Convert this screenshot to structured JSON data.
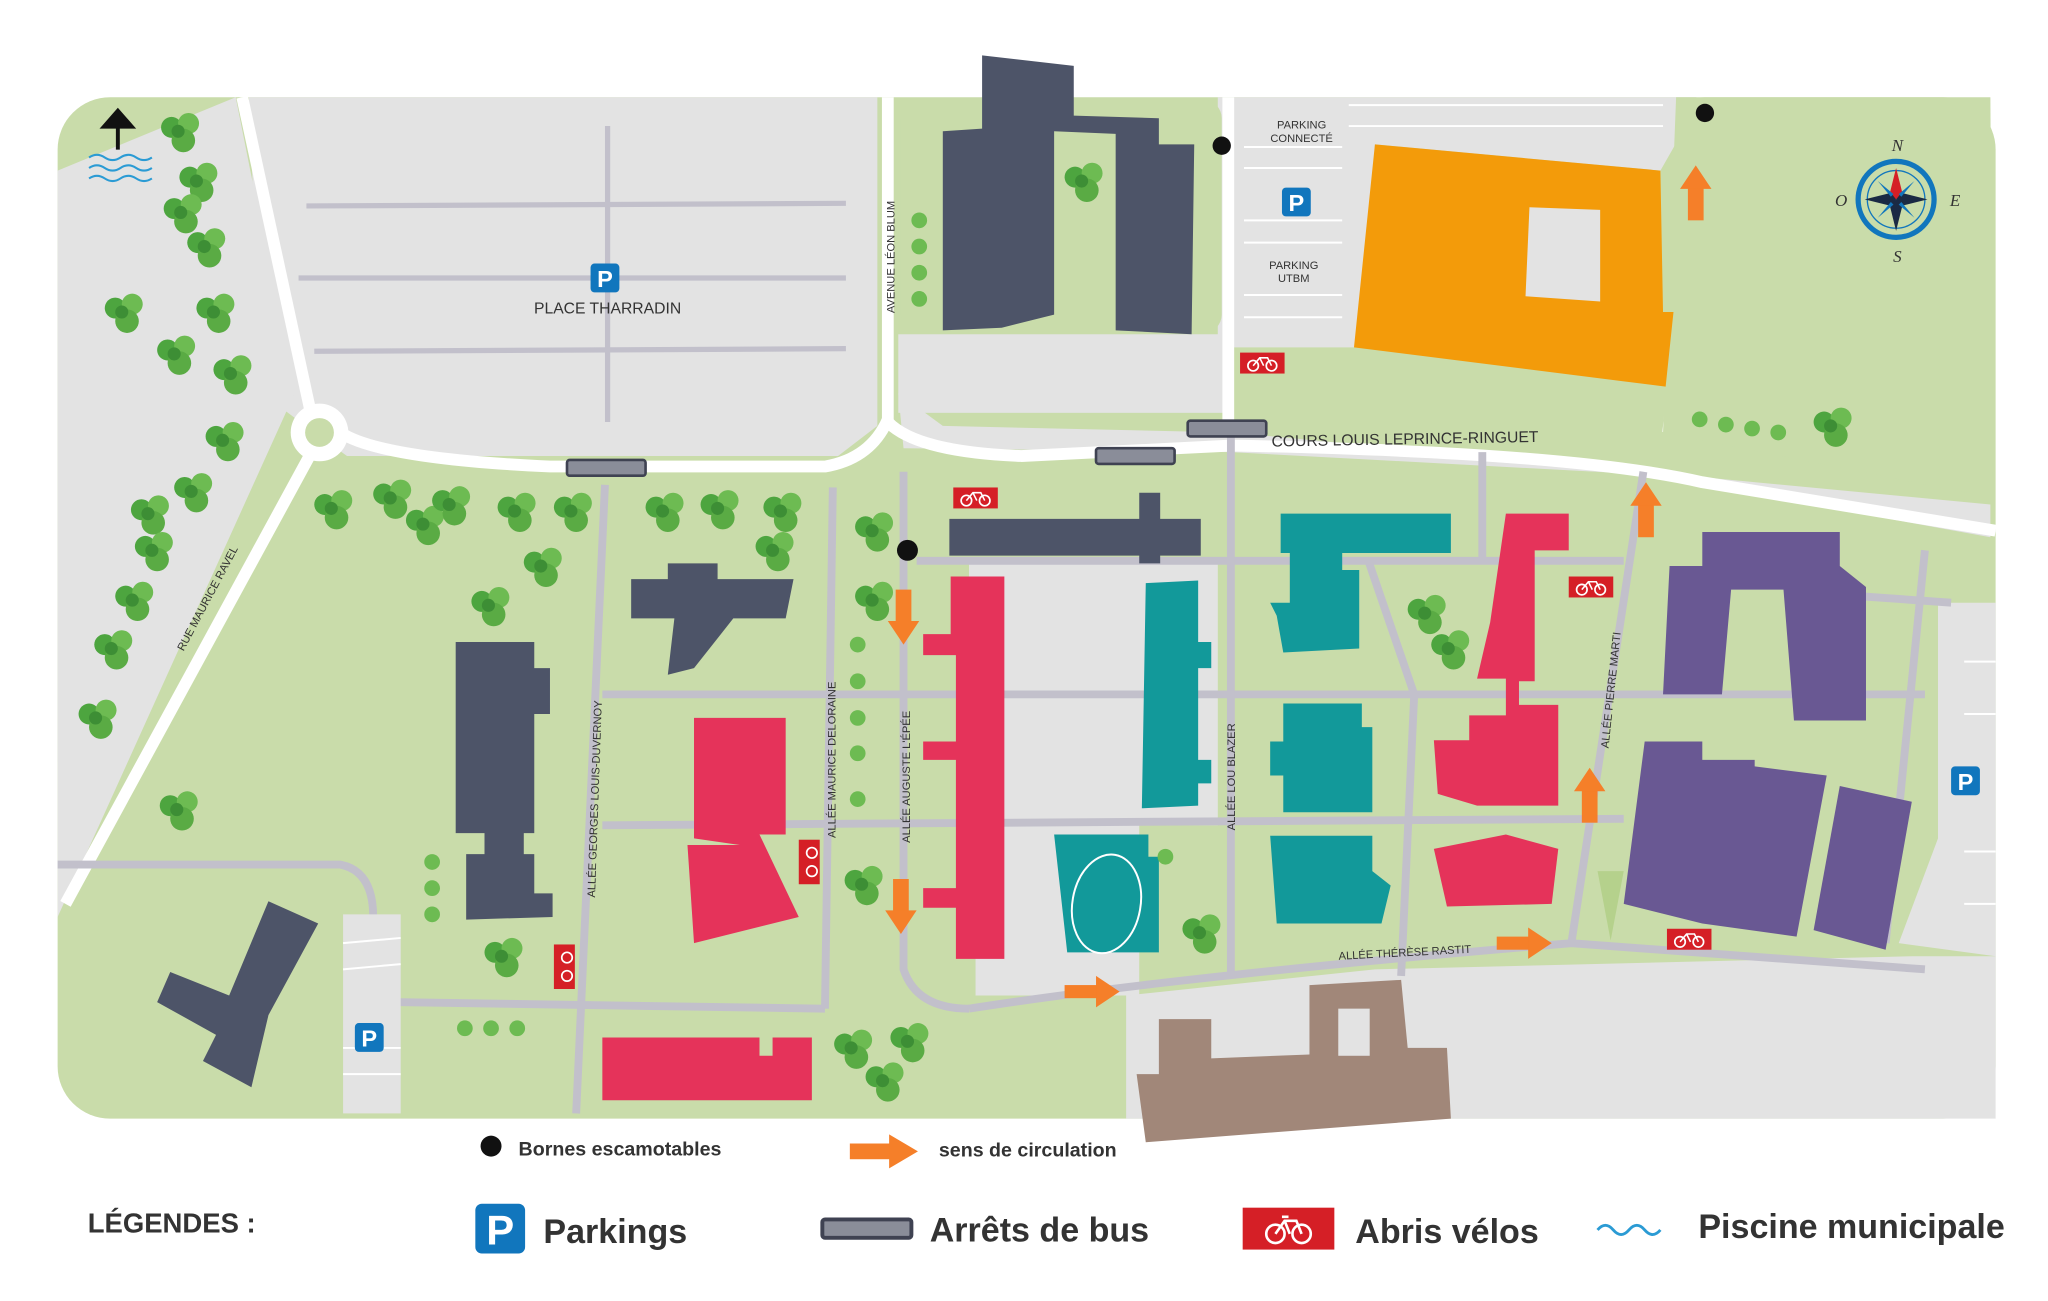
{
  "labels": {
    "place_tharradin": "PLACE THARRADIN",
    "avenue_leon_blum": "AVENUE LÉON BLUM",
    "parking_connecte_line1": "PARKING",
    "parking_connecte_line2": "CONNECTÉ",
    "parking_utbm_line1": "PARKING",
    "parking_utbm_line2": "UTBM",
    "cours_louis": "COURS LOUIS LEPRINCE-RINGUET",
    "rue_maurice_ravel": "RUE MAURICE RAVEL",
    "allee_georges": "ALLÉE GEORGES LOUIS-DUVERNOY",
    "allee_maurice": "ALLÉE MAURICE DELORAINE",
    "allee_auguste": "ALLÉE AUGUSTE L'ÉPÉE",
    "allee_lou": "ALLÉE LOU BLAZER",
    "allee_pierre": "ALLÉE PIERRE MARTI",
    "allee_therese": "ALLÉE THÉRÈSE RASTIT"
  },
  "parking_symbol": "P",
  "compass": {
    "n": "N",
    "s": "S",
    "e": "E",
    "o": "O"
  },
  "legend": {
    "bornes": "Bornes escamotables",
    "circulation": "sens de circulation",
    "title": "LÉGENDES :",
    "parkings": "Parkings",
    "bus": "Arrêts de bus",
    "velos": "Abris vélos",
    "piscine": "Piscine municipale"
  },
  "colors": {
    "grass": "#c9dcaa",
    "road": "#e3e3e3",
    "path": "#c2c0cb",
    "slate": "#4d5468",
    "crimson": "#e5335a",
    "teal": "#12999a",
    "violet": "#695893",
    "orange": "#f39b0a",
    "brown": "#a18779",
    "bike_red": "#d51f26",
    "arrow_orange": "#f57f29",
    "parking_blue": "#1176bd",
    "tree_green": "#5aab44"
  }
}
